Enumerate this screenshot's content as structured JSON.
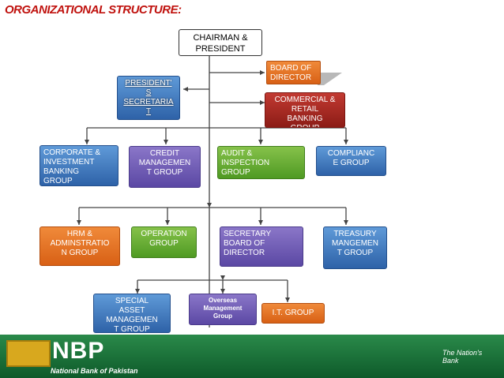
{
  "title": "ORGANIZATIONAL STRUCTURE:",
  "nodes": {
    "chairman": "CHAIRMAN &\nPRESIDENT",
    "board": "BOARD OF\nDIRECTOR",
    "presidents_secretariat": "PRESIDENT'\nS\nSECRETARIA\nT",
    "commercial": "COMMERCIAL &\nRETAIL\nBANKING\nGROUP",
    "corporate": "CORPORATE &\nINVESTMENT\nBANKING\nGROUP",
    "credit": "CREDIT\nMANAGEMEN\nT GROUP",
    "audit": "AUDIT &\nINSPECTION\nGROUP",
    "compliance": "COMPLIANC\nE GROUP",
    "hrm": "HRM &\nADMINSTRATIO\nN GROUP",
    "operation": "OPERATION\nGROUP",
    "secretary_board": "SECRETARY\nBOARD OF\nDIRECTOR",
    "treasury": "TREASURY\nMANGEMEN\nT GROUP",
    "special_asset": "SPECIAL\nASSET\nMANAGEMEN\nT GROUP",
    "overseas": "Overseas\nManagement\nGroup",
    "it": "I.T. GROUP"
  },
  "footer": {
    "logo": "NBP",
    "bank_name": "National Bank of Pakistan",
    "tagline": "The Nation's\nBank"
  },
  "colors": {
    "title": "#c0130f",
    "purple": "#6b58b4",
    "red": "#a82a22",
    "green": "#62ab30",
    "blue": "#3e78c0",
    "orange": "#e4731f",
    "footer": "#1a7a3a"
  }
}
